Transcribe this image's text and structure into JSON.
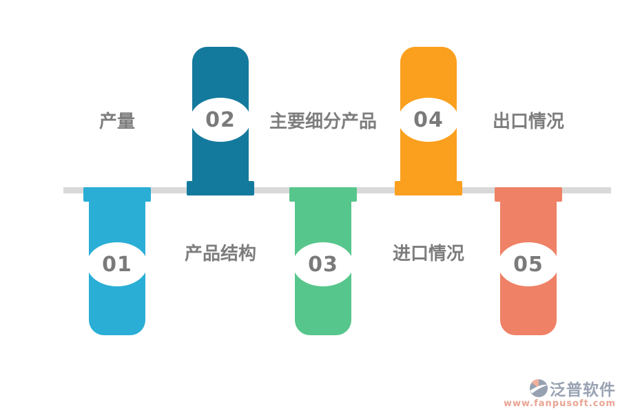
{
  "diagram": {
    "type": "zigzag-timeline-infographic",
    "line_color": "#d9d9d9",
    "label_color": "#7d7d7d",
    "number_color": "#7a7a7a",
    "badge_fill": "#ffffff"
  },
  "items": [
    {
      "number": "01",
      "label": "产量",
      "color": "#2aaed6",
      "direction": "down"
    },
    {
      "number": "02",
      "label": "产品结构",
      "color": "#147a9d",
      "direction": "up"
    },
    {
      "number": "03",
      "label": "主要细分产品",
      "color": "#57c68c",
      "direction": "down"
    },
    {
      "number": "04",
      "label": "进口情况",
      "color": "#faa01e",
      "direction": "up"
    },
    {
      "number": "05",
      "label": "出口情况",
      "color": "#ee8166",
      "direction": "down"
    }
  ],
  "watermark": {
    "brand": "泛普软件",
    "url": "www.fanpusoft.com",
    "brand_color": "#98a2b2",
    "url_color": "#e9a493",
    "icon": "fanpu-logo-icon",
    "icon_accent": "#eeb09c"
  }
}
